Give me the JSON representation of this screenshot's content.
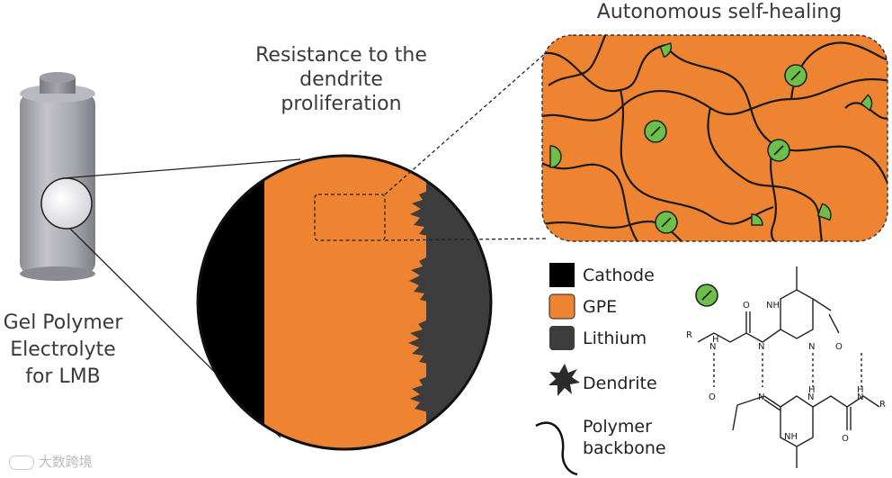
{
  "labels": {
    "resistance_line1": "Resistance to the",
    "resistance_line2": "dendrite",
    "resistance_line3": "proliferation",
    "self_healing": "Autonomous self-healing",
    "battery_line1": "Gel Polymer",
    "battery_line2": "Electrolyte",
    "battery_line3": "for LMB"
  },
  "legend": {
    "cathode": "Cathode",
    "gpe": "GPE",
    "lithium": "Lithium",
    "dendrite": "Dendrite",
    "polymer_line1": "Polymer",
    "polymer_line2": "backbone"
  },
  "chem": {
    "nh": "NH",
    "n": "N",
    "h": "H",
    "o": "O",
    "r": "R"
  },
  "watermark": "大数跨境",
  "colors": {
    "gpe": "#ee8431",
    "cathode": "#000000",
    "lithium": "#3d3d3d",
    "healing_motif": "#6cc04a",
    "battery": "#a9a9b0"
  }
}
